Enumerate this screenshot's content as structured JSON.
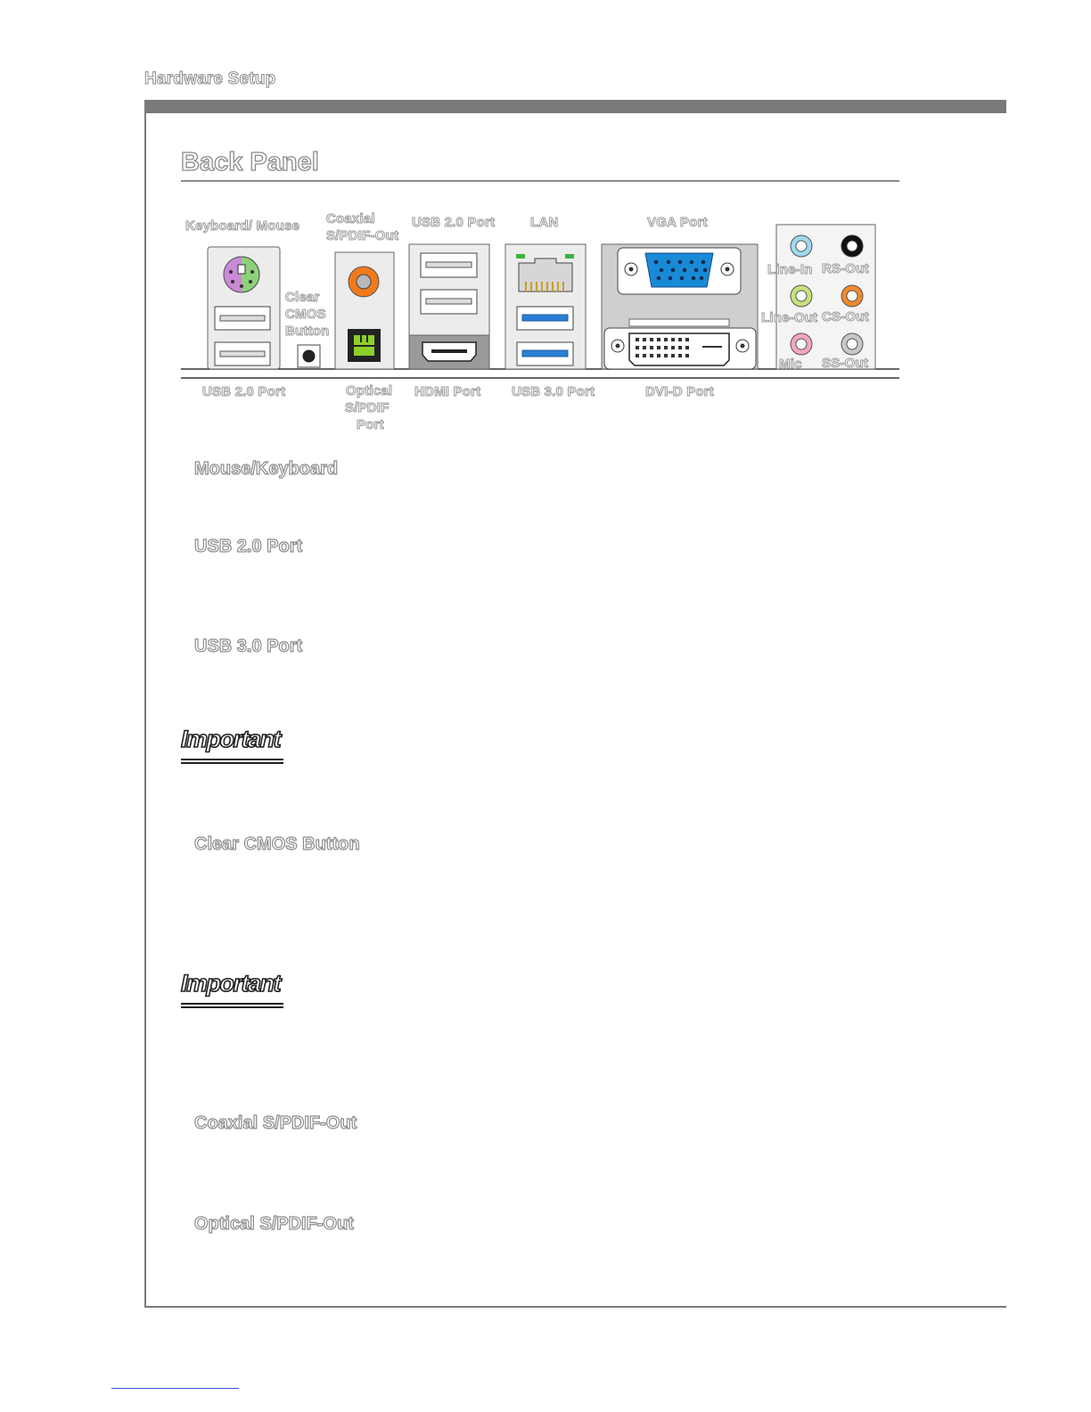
{
  "header": {
    "section": "Hardware Setup"
  },
  "page_title": "Back Panel",
  "diagram": {
    "labels_top": {
      "keyboard_mouse": "Keyboard/ Mouse",
      "coaxial_line1": "Coaxial",
      "coaxial_line2": "S/PDIF-Out",
      "usb2_top": "USB 2.0 Port",
      "lan": "LAN",
      "vga": "VGA Port",
      "clear_cmos_line1": "Clear",
      "clear_cmos_line2": "CMOS",
      "clear_cmos_line3": "Button"
    },
    "audio_jacks": [
      {
        "label": "Line-In",
        "color": "#9fd8ec"
      },
      {
        "label": "RS-Out",
        "color": "#111111"
      },
      {
        "label": "Line-Out",
        "color": "#c6e27a"
      },
      {
        "label": "CS-Out",
        "color": "#f08a2c"
      },
      {
        "label": "Mic",
        "color": "#f2a6bd"
      },
      {
        "label": "SS-Out",
        "color": "#c8c8c8"
      }
    ],
    "labels_bottom": {
      "usb2_bottom": "USB 2.0 Port",
      "optical_line1": "Optical",
      "optical_line2": "S/PDIF",
      "optical_line3": "Port",
      "hdmi": "HDMI Port",
      "usb3": "USB 3.0 Port",
      "dvi": "DVI-D Port"
    }
  },
  "sections": [
    {
      "heading": "Mouse/Keyboard"
    },
    {
      "heading": "USB 2.0 Port"
    },
    {
      "heading": "USB 3.0 Port"
    },
    {
      "important": "Important"
    },
    {
      "heading": "Clear CMOS Button"
    },
    {
      "important": "Important"
    },
    {
      "heading": "Coaxial S/PDIF-Out"
    },
    {
      "heading": "Optical S/PDIF-Out"
    }
  ],
  "colors": {
    "rule": "#7a7a7a",
    "usb3_blue": "#2a7fd4",
    "vga_blue": "#1a8ad6",
    "spdif_orange": "#f07a1a",
    "optical_green": "#8ccf2a",
    "ps2_purple": "#c98ad6",
    "ps2_green": "#8fd07a"
  }
}
